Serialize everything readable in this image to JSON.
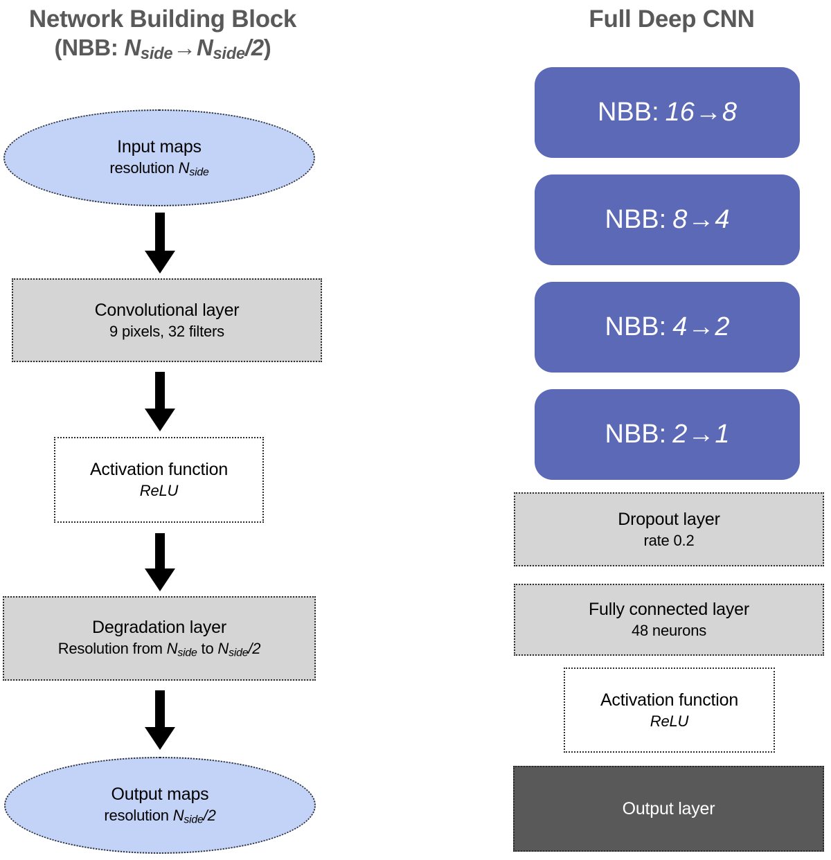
{
  "left": {
    "title_line1": "Network Building Block",
    "title_line2_prefix": "(NBB: ",
    "title_line2_suffix": ")",
    "nodes": [
      {
        "id": "input-maps",
        "shape": "ellipse",
        "main": "Input maps",
        "sub": "resolution Nside"
      },
      {
        "id": "convolutional-layer",
        "shape": "box-gray",
        "main": "Convolutional layer",
        "sub": "9 pixels, 32 filters"
      },
      {
        "id": "activation-function",
        "shape": "box-white",
        "main": "Activation function",
        "sub": "ReLU"
      },
      {
        "id": "degradation-layer",
        "shape": "box-gray",
        "main": "Degradation layer",
        "sub": "Resolution from Nside to Nside/2"
      },
      {
        "id": "output-maps",
        "shape": "ellipse",
        "main": "Output maps",
        "sub": "resolution Nside/2"
      }
    ]
  },
  "right": {
    "title": "Full Deep CNN",
    "nbb_blocks": [
      {
        "id": "nbb-16-8",
        "prefix": "NBB:",
        "from": "16",
        "to": "8"
      },
      {
        "id": "nbb-8-4",
        "prefix": "NBB:",
        "from": "8",
        "to": "4"
      },
      {
        "id": "nbb-4-2",
        "prefix": "NBB:",
        "from": "4",
        "to": "2"
      },
      {
        "id": "nbb-2-1",
        "prefix": "NBB:",
        "from": "2",
        "to": "1"
      }
    ],
    "tail_nodes": [
      {
        "id": "dropout-layer",
        "shape": "box-gray",
        "main": "Dropout layer",
        "sub": "rate 0.2"
      },
      {
        "id": "fully-connected-layer",
        "shape": "box-gray",
        "main": "Fully connected layer",
        "sub": "48 neurons"
      },
      {
        "id": "activation-function",
        "shape": "box-white",
        "main": "Activation function",
        "sub": "ReLU"
      },
      {
        "id": "output-layer",
        "shape": "box-dark",
        "main": "Output layer",
        "sub": ""
      }
    ]
  },
  "symbols": {
    "nside": "N",
    "nside_subscript": "side",
    "right_arrow": "→",
    "half": "/2"
  },
  "colors": {
    "title_gray": "#595959",
    "nbb_blue": "#5b69b7",
    "ellipse_blue": "#c3d3f7",
    "box_gray": "#d5d5d5",
    "box_dark": "#595959",
    "arrow_black": "#000000",
    "text_black": "#000000",
    "text_white": "#ffffff"
  }
}
